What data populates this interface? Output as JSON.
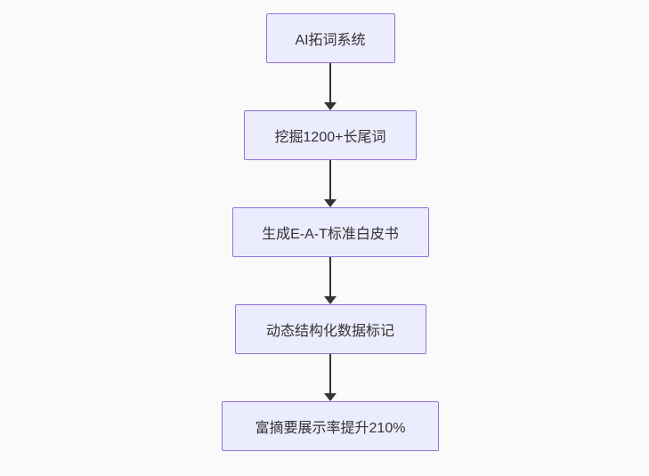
{
  "page": {
    "background": "#fafafa"
  },
  "diagram": {
    "type": "flowchart",
    "direction": "top-down",
    "node_fill": "#ECECFF",
    "node_border": "#9370DB",
    "text_color": "#333333",
    "arrow_color": "#333333",
    "nodes": [
      {
        "label": "AI拓词系统"
      },
      {
        "label": "挖掘1200+长尾词"
      },
      {
        "label": "生成E-A-T标准白皮书"
      },
      {
        "label": "动态结构化数据标记"
      },
      {
        "label": "富摘要展示率提升210%"
      }
    ],
    "edges": [
      {
        "from": 0,
        "to": 1
      },
      {
        "from": 1,
        "to": 2
      },
      {
        "from": 2,
        "to": 3
      },
      {
        "from": 3,
        "to": 4
      }
    ]
  }
}
